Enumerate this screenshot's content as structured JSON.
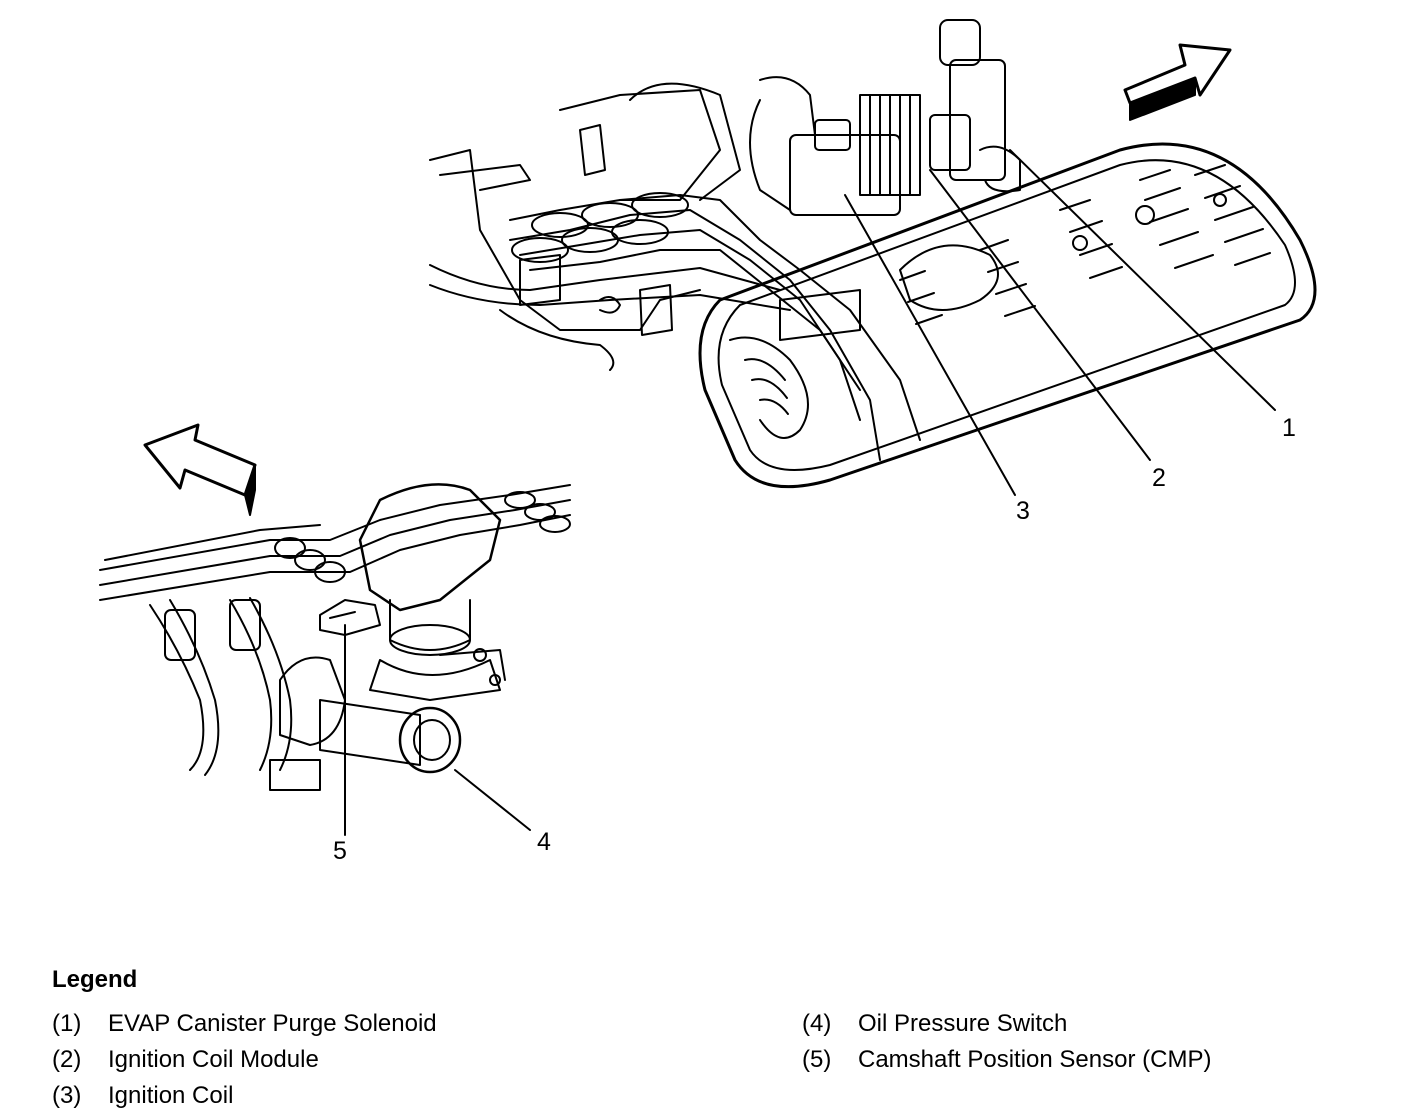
{
  "callouts": {
    "c1": "1",
    "c2": "2",
    "c3": "3",
    "c4": "4",
    "c5": "5"
  },
  "legend": {
    "title": "Legend",
    "items": [
      {
        "num": "(1)",
        "label": "EVAP Canister Purge Solenoid"
      },
      {
        "num": "(2)",
        "label": "Ignition Coil Module"
      },
      {
        "num": "(3)",
        "label": "Ignition Coil"
      },
      {
        "num": "(4)",
        "label": "Oil Pressure Switch"
      },
      {
        "num": "(5)",
        "label": "Camshaft Position Sensor (CMP)"
      }
    ]
  },
  "colors": {
    "ink": "#000000",
    "paper": "#ffffff"
  }
}
